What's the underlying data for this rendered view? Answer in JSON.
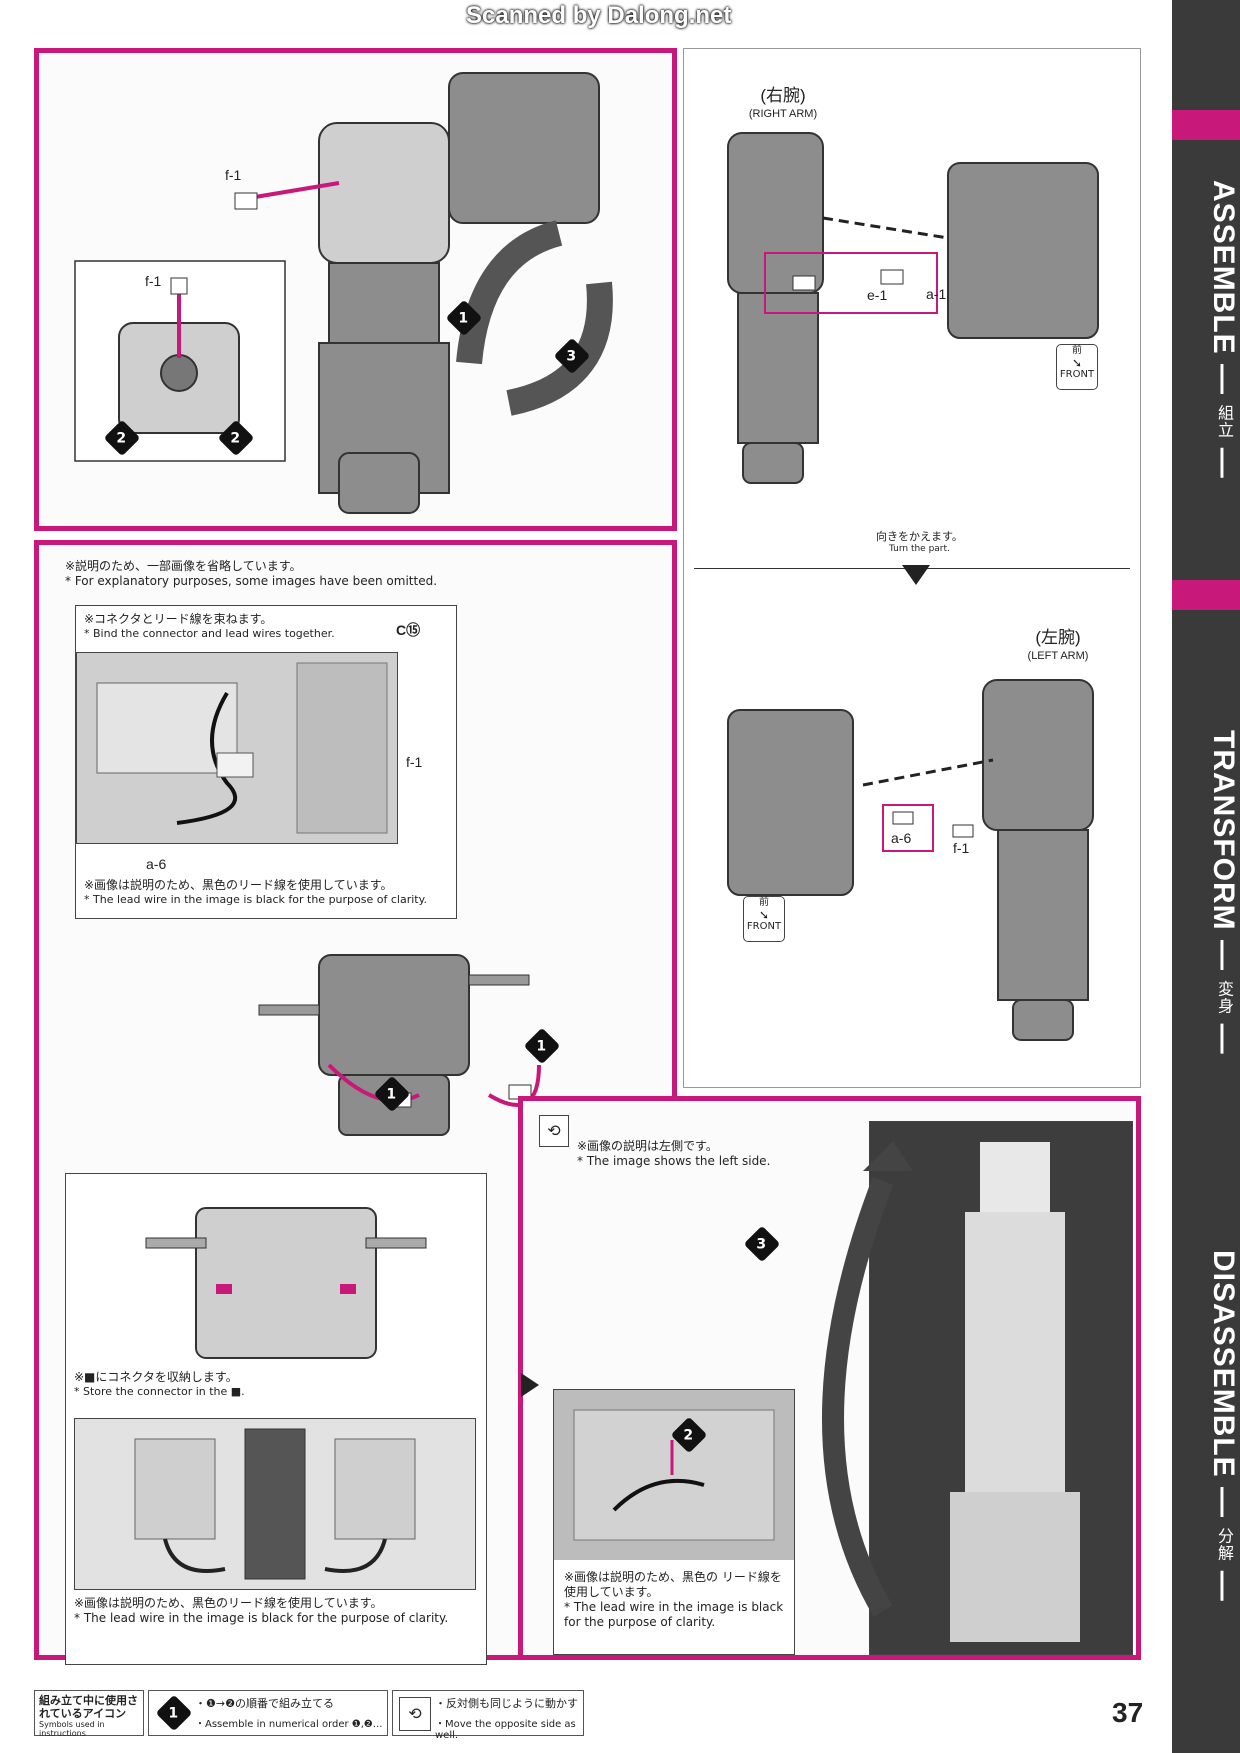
{
  "watermark": "Scanned by Dalong.net",
  "sidebar": {
    "sections": [
      {
        "en": "ASSEMBLE",
        "ja": "組立"
      },
      {
        "en": "TRANSFORM",
        "ja": "変身"
      },
      {
        "en": "DISASSEMBLE",
        "ja": "分解"
      }
    ]
  },
  "panel1": {
    "label_f1_top": "f-1",
    "label_f1_inset": "f-1",
    "steps": [
      "1",
      "2",
      "2",
      "3"
    ]
  },
  "panel_right_arm": {
    "title_ja": "(右腕)",
    "title_en": "(RIGHT ARM)",
    "label_e1": "e-1",
    "label_a1": "a-1",
    "front_ja": "前",
    "front_en": "FRONT"
  },
  "turn": {
    "ja": "向きをかえます。",
    "en": "Turn the part."
  },
  "panel_left_arm": {
    "title_ja": "(左腕)",
    "title_en": "(LEFT ARM)",
    "label_a6": "a-6",
    "label_f1": "f-1",
    "front_ja": "前",
    "front_en": "FRONT"
  },
  "panel_middle": {
    "omit_ja": "※説明のため、一部画像を省略しています。",
    "omit_en": "* For explanatory purposes, some images have been omitted.",
    "bind_ja": "※コネクタとリード線を束ねます。",
    "bind_en": "* Bind the connector and lead wires together.",
    "label_c15": "C⑮",
    "label_f1": "f-1",
    "label_a6": "a-6",
    "black_ja": "※画像は説明のため、黒色のリード線を使用しています。",
    "black_en": "* The lead wire in the image is black for the purpose of clarity.",
    "store_ja": "※■にコネクタを収納します。",
    "store_en": "* Store the connector in the ■.",
    "black2_ja": "※画像は説明のため、黒色のリード線を使用しています。",
    "black2_en": "* The lead wire in the image is black for the purpose of clarity.",
    "steps": [
      "1",
      "1"
    ]
  },
  "panel_bottom_right": {
    "left_side_ja": "※画像の説明は左側です。",
    "left_side_en": "* The image shows the left side.",
    "black_ja": "※画像は説明のため、黒色の リード線を使用しています。",
    "black_en": "* The lead wire in the image is black for the purpose of clarity.",
    "steps": [
      "2",
      "3"
    ]
  },
  "footer": {
    "icons_title_ja": "組み立て中に使用されているアイコン",
    "icons_title_en": "Symbols used in instructions",
    "order_ja": "・❶→❷の順番で組み立てる",
    "order_en": "・Assemble in numerical order ❶,❷...",
    "opposite_ja": "・反対側も同じように動かす",
    "opposite_en": "・Move the opposite side as well.",
    "icon_one": "1"
  },
  "page_number": "37"
}
